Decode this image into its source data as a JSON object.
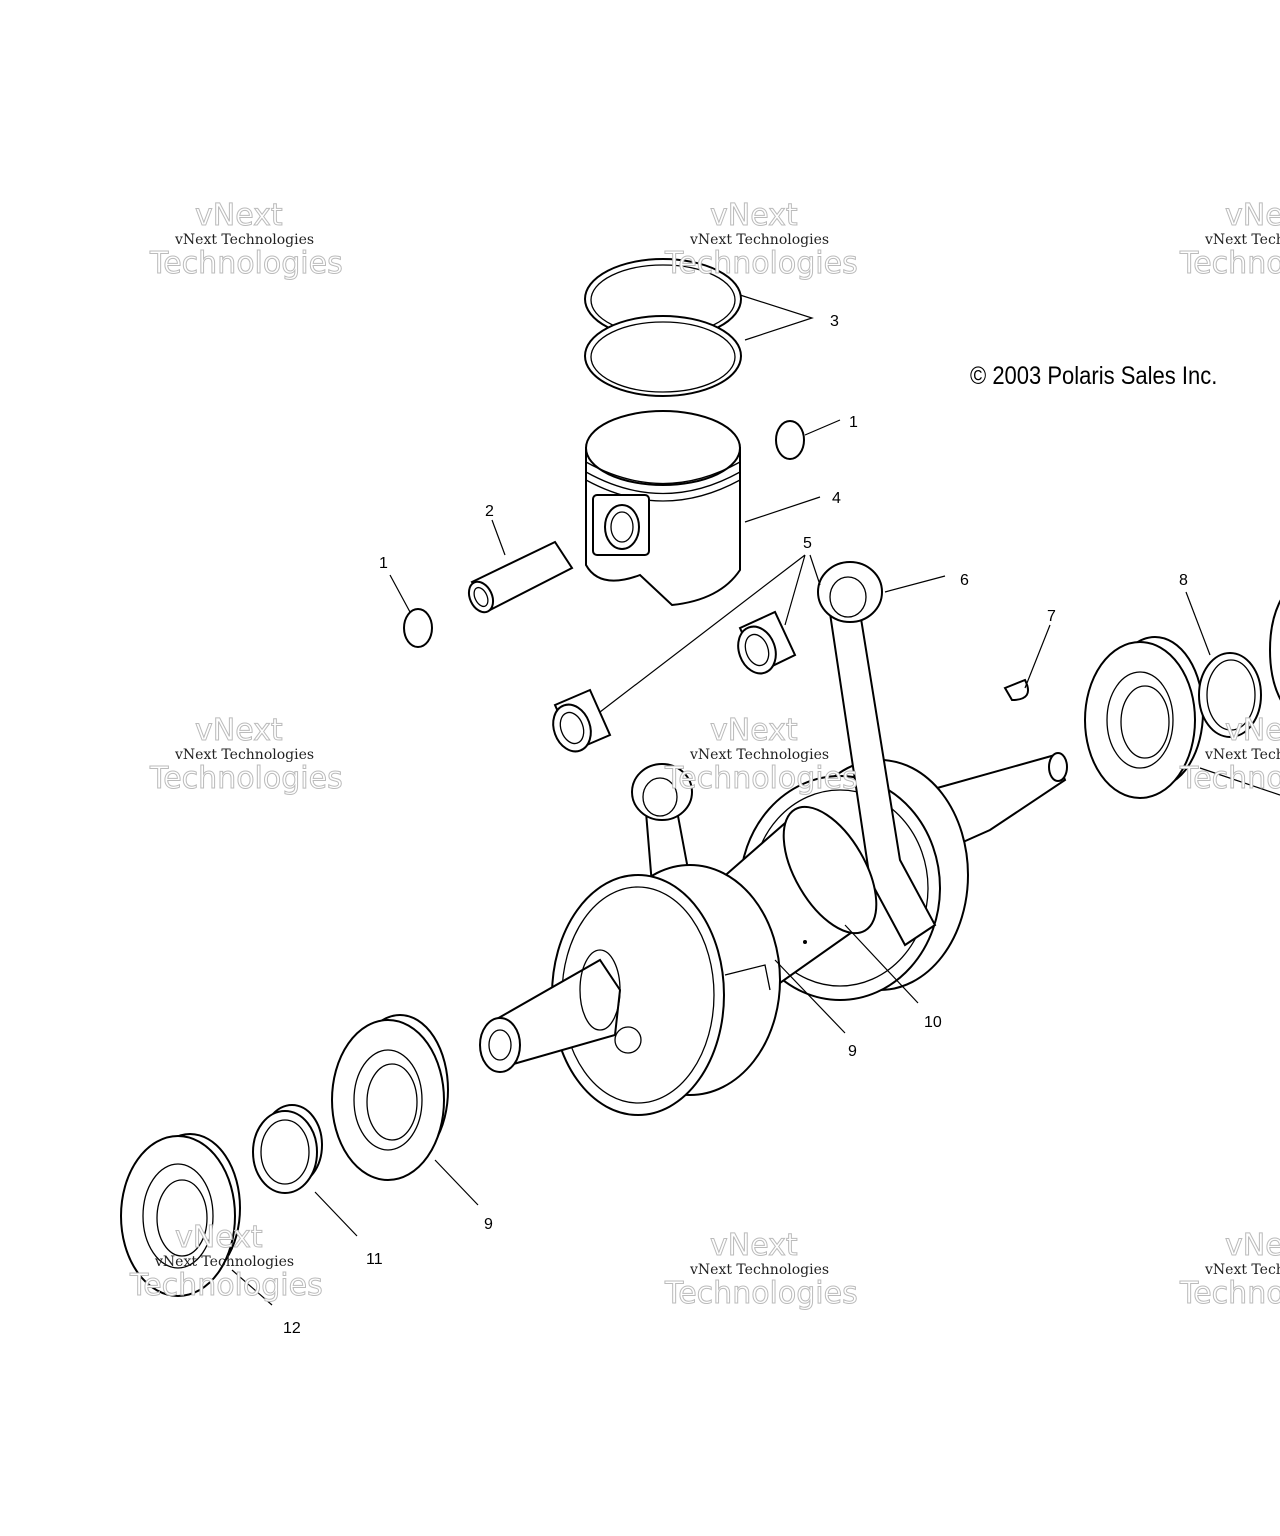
{
  "copyright": "© 2003 Polaris Sales Inc.",
  "watermark": {
    "line1": "vNext",
    "line2": "Technologies",
    "caption": "vNext Technologies"
  },
  "callouts": [
    "3",
    "1",
    "4",
    "2",
    "5",
    "1",
    "6",
    "7",
    "8",
    "10",
    "9",
    "9",
    "11",
    "12"
  ]
}
